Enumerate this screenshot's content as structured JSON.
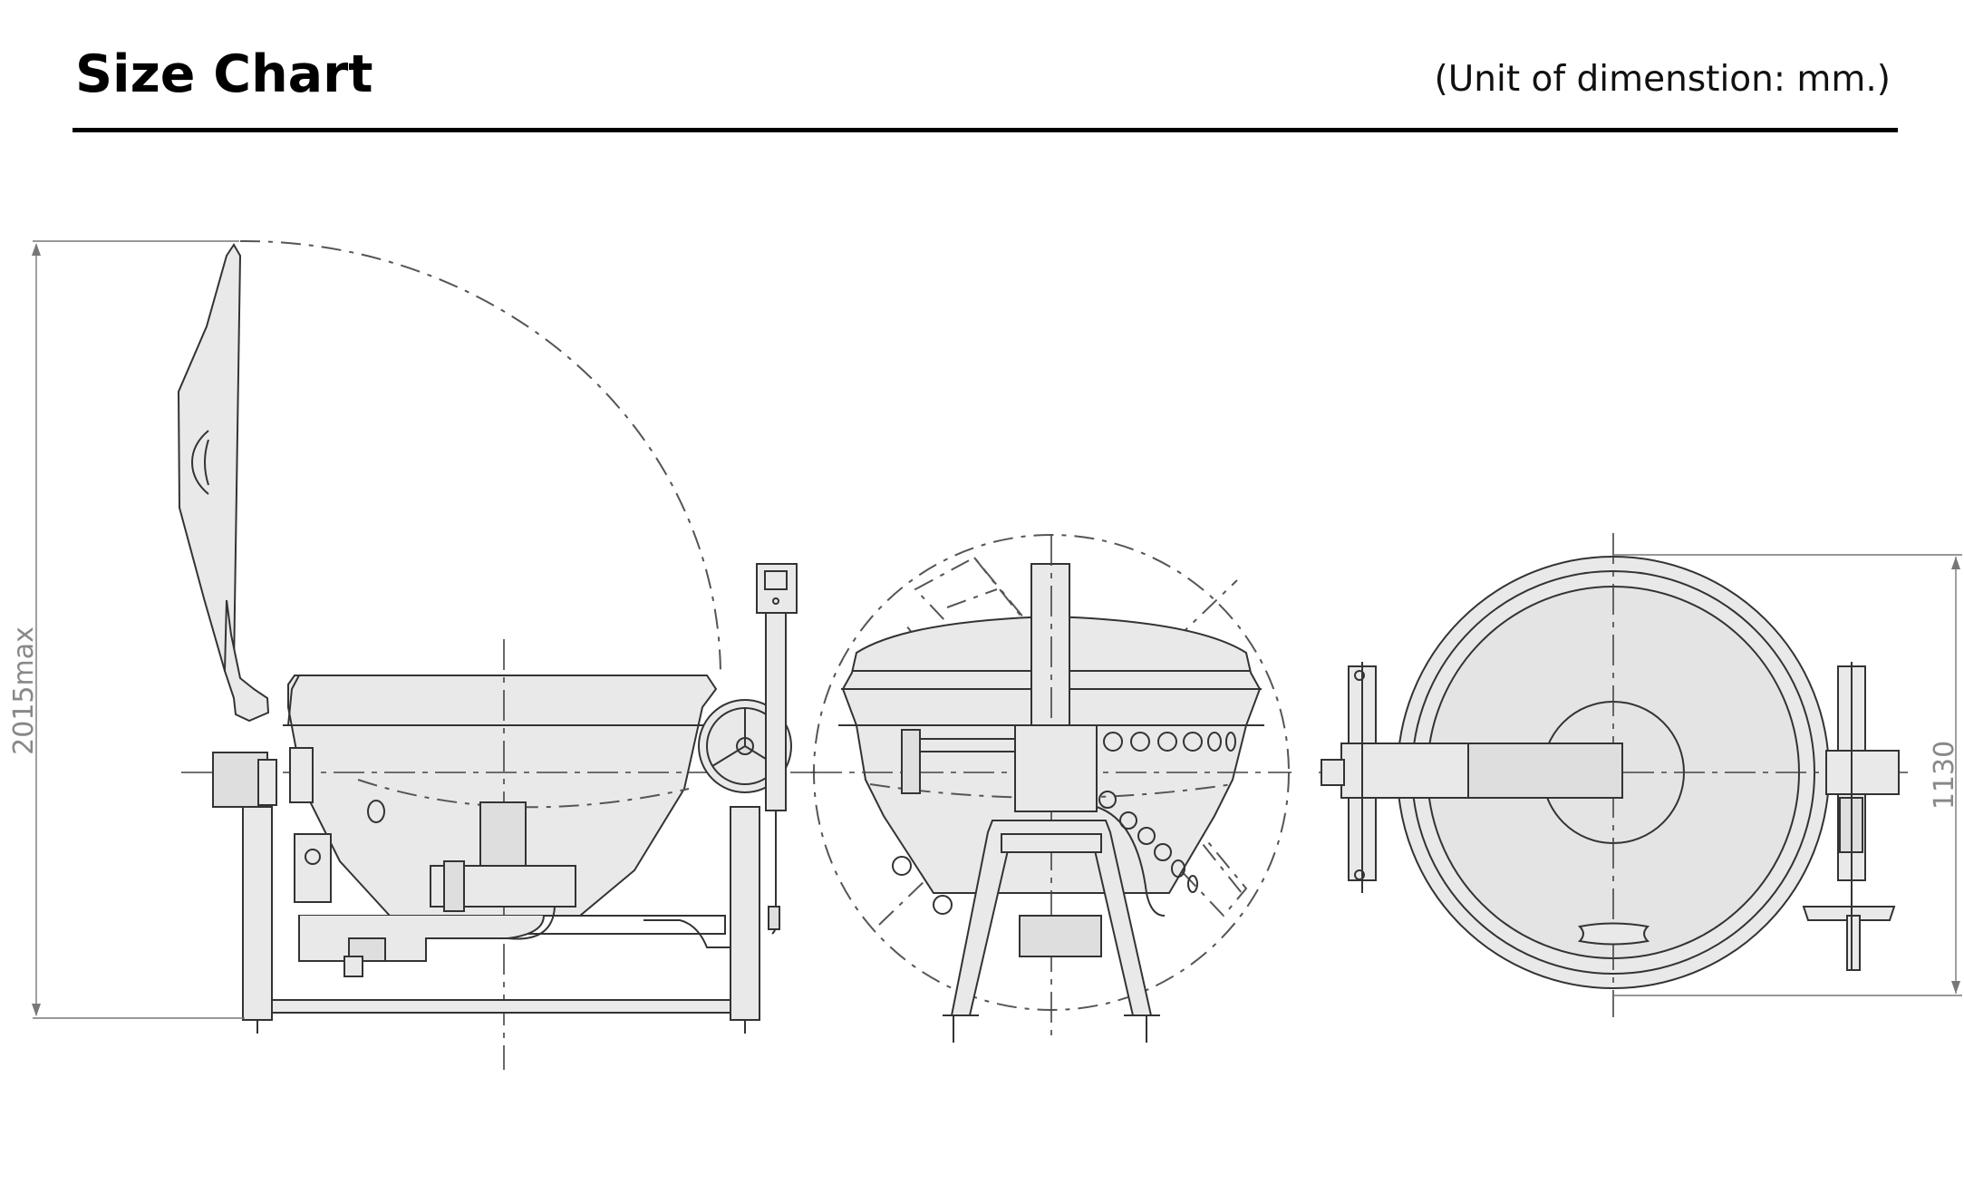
{
  "header": {
    "title": "Size Chart",
    "unit_note": "(Unit of dimenstion: mm.)"
  },
  "dimensions": {
    "height_label": "2015max",
    "width_label": "1130"
  },
  "colors": {
    "line": "#333333",
    "fill": "#e9e9e9",
    "dimension": "#888888"
  }
}
